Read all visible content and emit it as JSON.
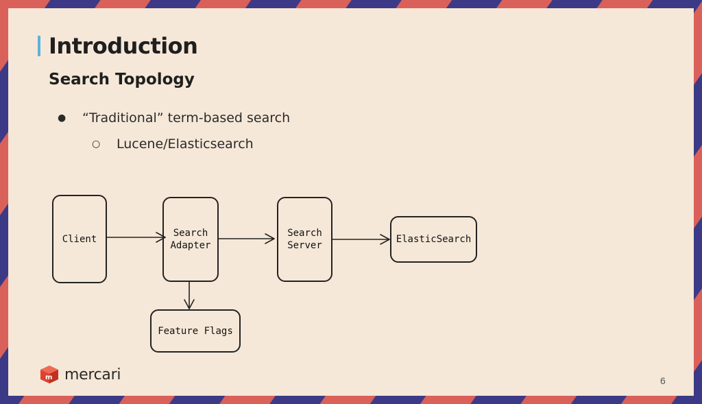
{
  "slide": {
    "title": "Introduction",
    "subtitle": "Search Topology",
    "bullets": [
      {
        "text": "“Traditional” term-based search",
        "level": 1
      },
      {
        "text": "Lucene/Elasticsearch",
        "level": 2
      }
    ],
    "bullet_markers": {
      "level1": "●",
      "level2": "○"
    },
    "page_number": "6"
  },
  "diagram": {
    "nodes": {
      "client": "Client",
      "search_adapter": "Search\nAdapter",
      "search_server": "Search\nServer",
      "elasticsearch": "ElasticSearch",
      "feature_flags": "Feature Flags"
    },
    "edges": [
      {
        "from": "client",
        "to": "search_adapter"
      },
      {
        "from": "search_adapter",
        "to": "search_server"
      },
      {
        "from": "search_server",
        "to": "elasticsearch"
      },
      {
        "from": "search_adapter",
        "to": "feature_flags"
      }
    ]
  },
  "branding": {
    "logo_text": "mercari",
    "logo_icon": "mercari-box-icon",
    "colors": {
      "accent_bar": "#5ab3dc",
      "stripe_red": "#d9615a",
      "stripe_blue": "#3c3a86",
      "background": "#f6e8d8",
      "logo_red": "#e0412f"
    }
  }
}
